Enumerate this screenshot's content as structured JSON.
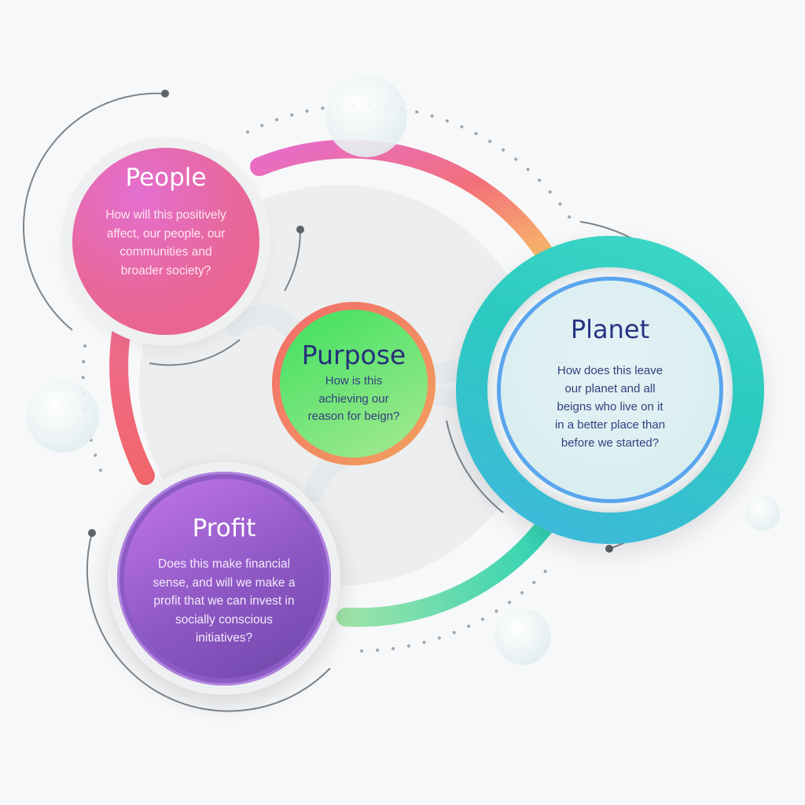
{
  "colors": {
    "background": "#f7f8f9",
    "people": "#e8679a",
    "purpose_outer": "#f36b6c",
    "purpose_inner": "#3ce05e",
    "planet": "#2cc9c1",
    "planet_border": "#5aa6ee",
    "profit": "#8d57c3",
    "title_dark": "#263383"
  },
  "nodes": {
    "people": {
      "title": "People",
      "lines": [
        "How will this positively",
        "affect,  our people, our",
        "communities  and",
        "broader society?"
      ]
    },
    "purpose": {
      "title": "Purpose",
      "lines": [
        "How is this",
        "achieving our",
        "reason for beign?"
      ]
    },
    "planet": {
      "title": "Planet",
      "lines": [
        "How does this leave",
        "our planet and all",
        "beigns who live on it",
        "in a better place than",
        "before we started?"
      ]
    },
    "profit": {
      "title": "Profit",
      "lines": [
        "Does this  make financial",
        "sense, and will we make a",
        "profit that we can invest in",
        "socially conscious",
        "initiatives?"
      ]
    }
  }
}
